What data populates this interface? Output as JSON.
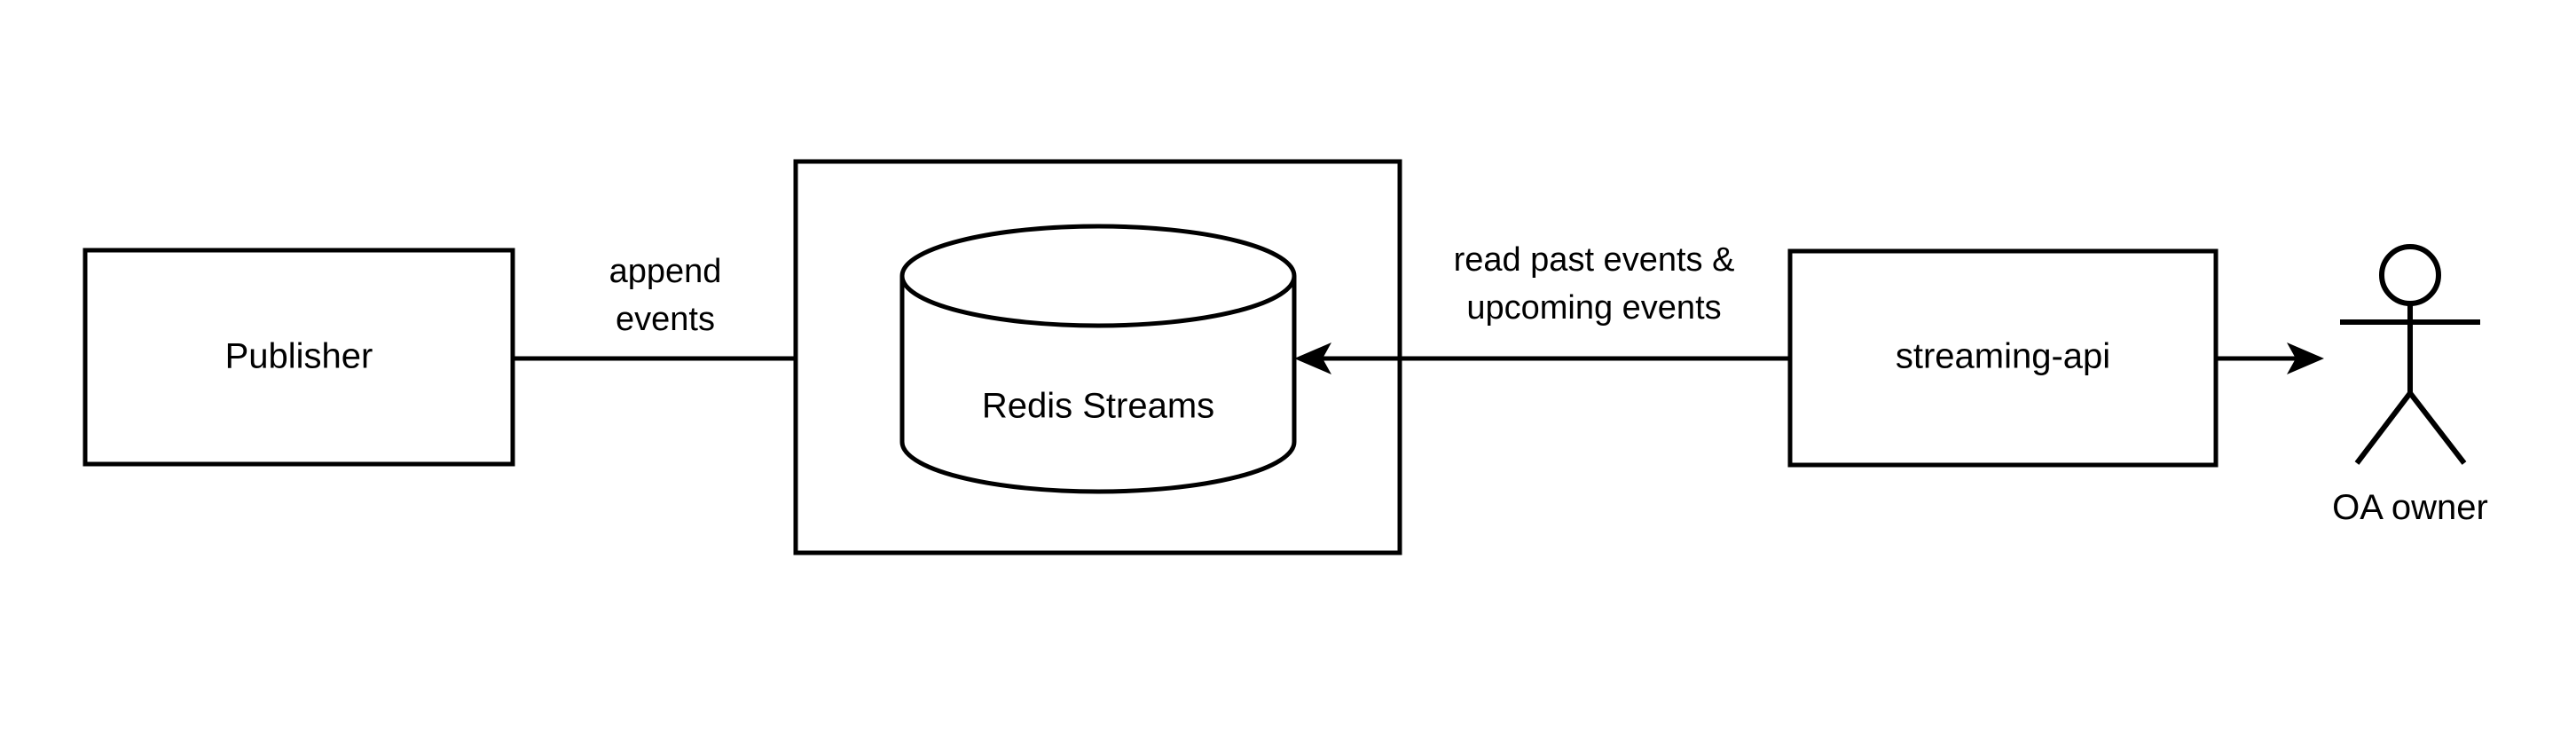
{
  "diagram": {
    "type": "architecture-flow",
    "background_color": "#ffffff",
    "stroke_color": "#000000",
    "nodes": [
      {
        "id": "publisher",
        "shape": "rectangle",
        "label": "Publisher"
      },
      {
        "id": "redis-container",
        "shape": "rectangle",
        "label": ""
      },
      {
        "id": "redis-streams",
        "shape": "cylinder",
        "label": "Redis Streams"
      },
      {
        "id": "streaming-api",
        "shape": "rectangle",
        "label": "streaming-api"
      },
      {
        "id": "oa-owner",
        "shape": "actor",
        "label": "OA owner"
      }
    ],
    "edges": [
      {
        "id": "publisher-to-redis",
        "from": "publisher",
        "to": "redis-streams",
        "direction": "right",
        "label_line1": "append",
        "label_line2": "events"
      },
      {
        "id": "streaming-api-to-redis",
        "from": "streaming-api",
        "to": "redis-streams",
        "direction": "left",
        "label_line1": "read past events &",
        "label_line2": "upcoming events"
      },
      {
        "id": "streaming-api-to-owner",
        "from": "streaming-api",
        "to": "oa-owner",
        "direction": "right",
        "label_line1": "",
        "label_line2": ""
      }
    ]
  }
}
